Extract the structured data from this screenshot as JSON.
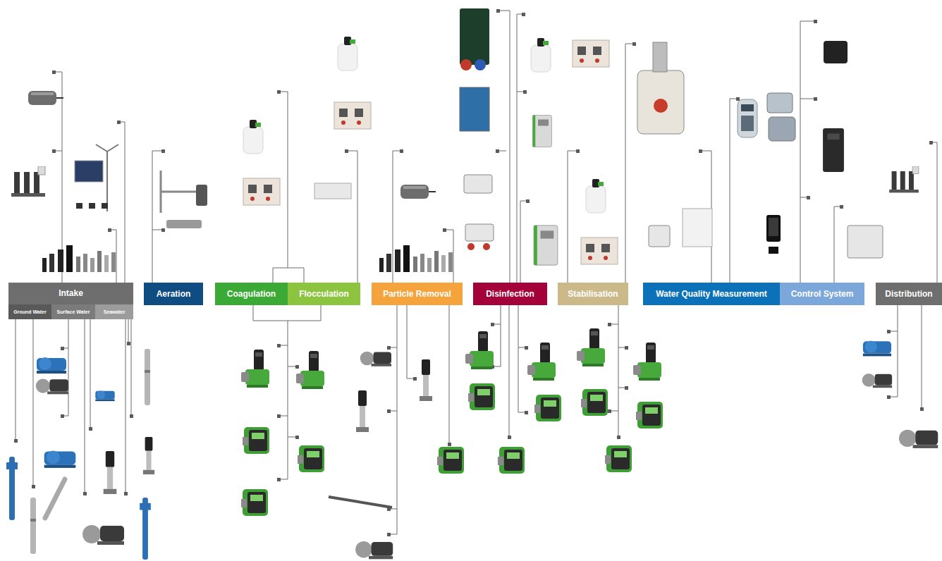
{
  "diagram": {
    "nodes": [
      {
        "text": [
          "Intake"
        ]
      },
      {
        "text": [
          "Ground Water"
        ],
        "in": 0
      },
      {
        "text": [
          "Surface Water"
        ],
        "in": 0
      },
      {
        "text": [
          "Seawater"
        ],
        "in": 0
      },
      {
        "text": [
          "Aeration"
        ]
      },
      {
        "text": [
          "Coagulation"
        ]
      },
      {
        "text": [
          "Flocculation"
        ]
      },
      {
        "text": [
          "Particle Removal"
        ]
      },
      {
        "text": [
          "Disinfection"
        ]
      },
      {
        "text": [
          "Stabilisation"
        ]
      },
      {
        "text": [
          "Water Quality Measurement"
        ]
      },
      {
        "text": [
          "Control System"
        ]
      },
      {
        "text": [
          "Distribution"
        ]
      }
    ]
  }
}
